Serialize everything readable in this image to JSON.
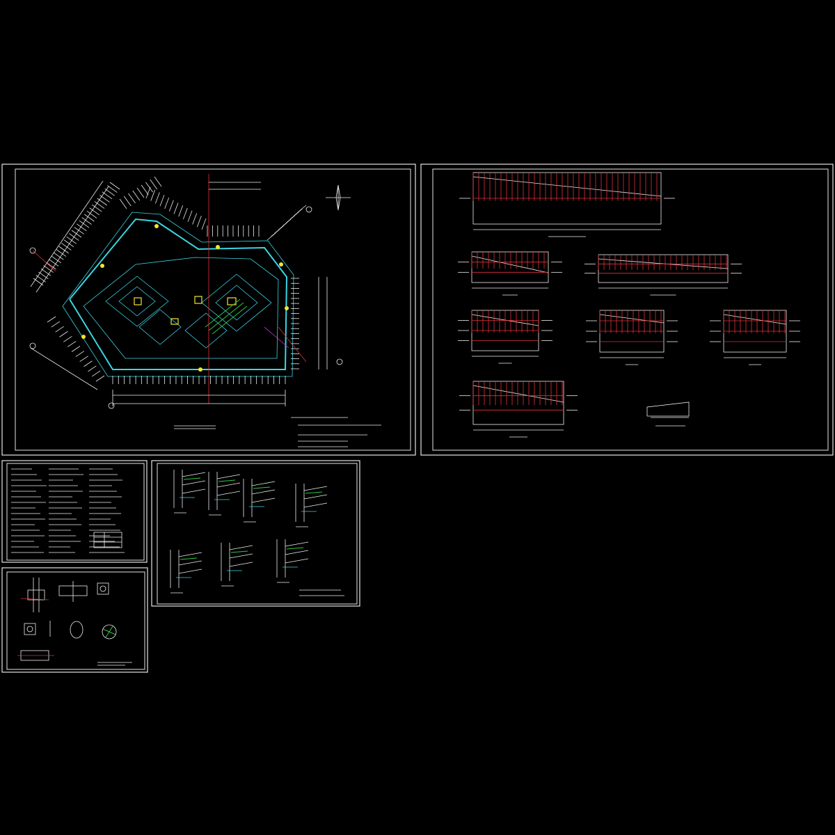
{
  "sheets": [
    {
      "id": "plan",
      "kind": "site-plan",
      "frame_color": "#e6e6e6"
    },
    {
      "id": "sections",
      "kind": "elevation-sections",
      "frame_color": "#e6e6e6"
    },
    {
      "id": "notes",
      "kind": "general-notes-table",
      "frame_color": "#e6e6e6"
    },
    {
      "id": "retaining-details",
      "kind": "detail-sections",
      "frame_color": "#e6e6e6"
    },
    {
      "id": "pile-details",
      "kind": "node-details",
      "frame_color": "#e6e6e6"
    }
  ],
  "colors": {
    "background": "#000000",
    "linework": "#f0f0f0",
    "cyan": "#3ad6e6",
    "red": "#e0323a",
    "green": "#2ecc40",
    "yellow": "#f2e530",
    "magenta": "#c23ad6"
  },
  "icons": [
    "north-arrow-icon"
  ]
}
